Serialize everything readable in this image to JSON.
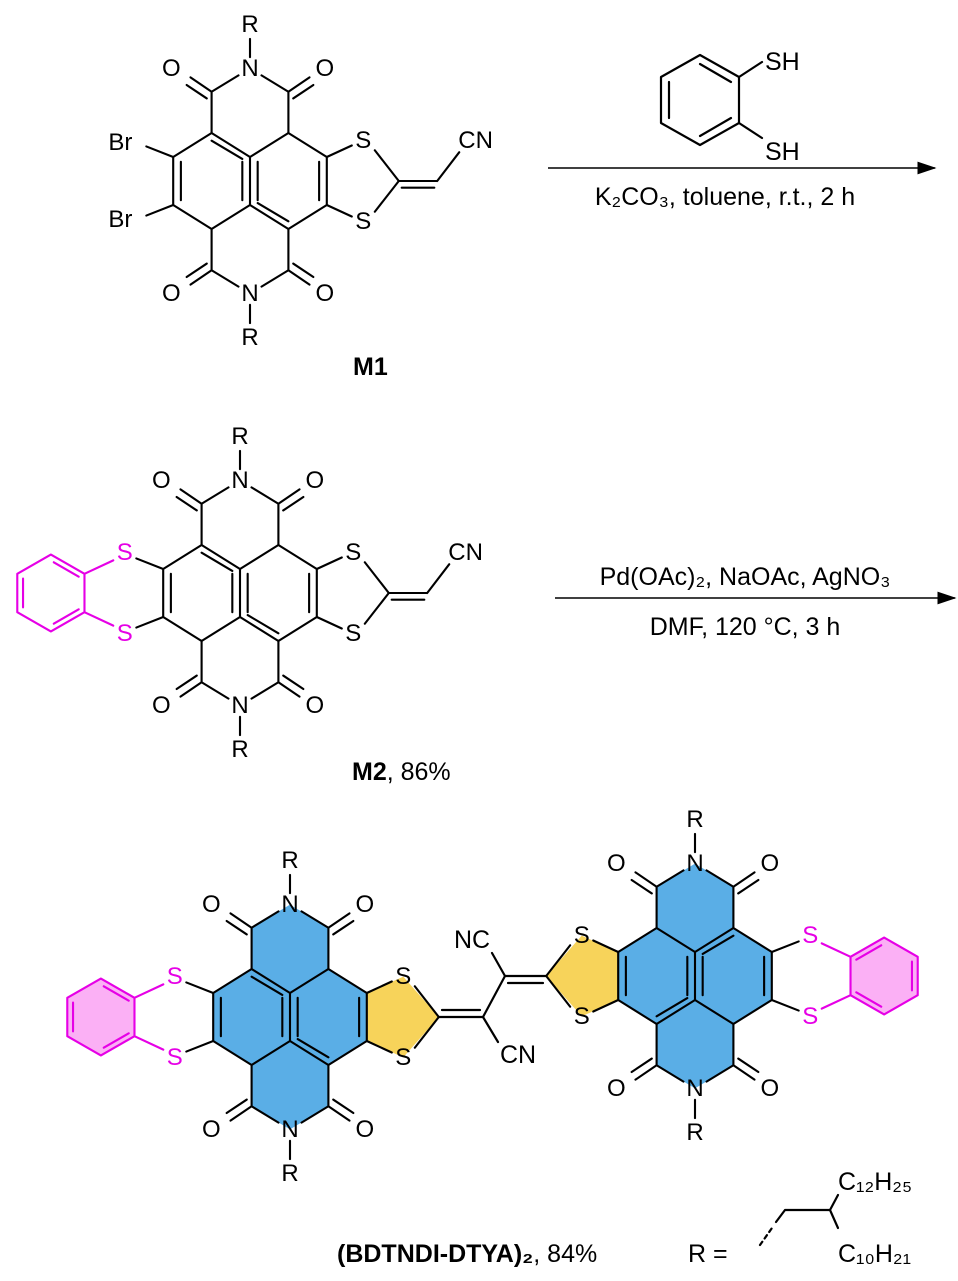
{
  "atoms": {
    "O": "O",
    "N": "N",
    "S": "S",
    "R": "R",
    "Br": "Br",
    "CN": "CN",
    "NC": "NC",
    "SH": "SH"
  },
  "step1": {
    "conditions": "K₂CO₃, toluene, r.t., 2 h"
  },
  "step2": {
    "conditions_top": "Pd(OAc)₂, NaOAc, AgNO₃",
    "conditions_bottom": "DMF, 120 °C, 3 h"
  },
  "compounds": {
    "m1": {
      "label": "M1"
    },
    "m2": {
      "label": "M2",
      "yield": ", 86%"
    },
    "product": {
      "label": "(BDTNDI-DTYA)₂",
      "yield": ", 84%"
    }
  },
  "r_group": {
    "prefix": "R =",
    "upper": "C₁₂H₂₅",
    "lower": "C₁₀H₂₁"
  },
  "colors": {
    "core": "#5aaee6",
    "dithiole": "#f7d35a",
    "benzo": "#fbb0f5",
    "benzo_stroke": "#e600e6"
  }
}
